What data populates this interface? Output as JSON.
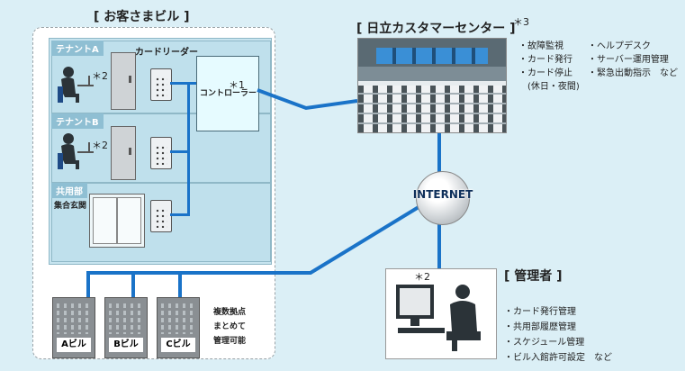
{
  "customer": {
    "title": "[ お客さまビル ]",
    "card_reader_label": "カードリーダー",
    "controller_mark": "＊1",
    "controller_label": "コントローラー",
    "rows": [
      {
        "label": "テナントA",
        "mark": "＊2"
      },
      {
        "label": "テナントB",
        "mark": "＊2"
      },
      {
        "label": "共用部",
        "sublabel": "集合玄関"
      }
    ],
    "buildings": [
      "Aビル",
      "Bビル",
      "Cビル"
    ],
    "multi_site_note": [
      "複数拠点",
      "まとめて",
      "管理可能"
    ]
  },
  "center": {
    "title": "[ 日立カスタマーセンター ]",
    "title_mark": "＊3",
    "services_left": [
      "・故障監視",
      "・カード発行",
      "・カード停止",
      "　(休日・夜間)"
    ],
    "services_right": [
      "・ヘルプデスク",
      "・サーバー運用管理",
      "・緊急出動指示　など"
    ]
  },
  "internet_label": "INTERNET",
  "admin": {
    "title": "[ 管理者 ]",
    "mark": "＊2",
    "items": [
      "・カード発行管理",
      "・共用部履歴管理",
      "・スケジュール管理",
      "・ビル入館許可設定　など"
    ]
  },
  "colors": {
    "background": "#dbeff6",
    "line": "#1a73c8"
  }
}
